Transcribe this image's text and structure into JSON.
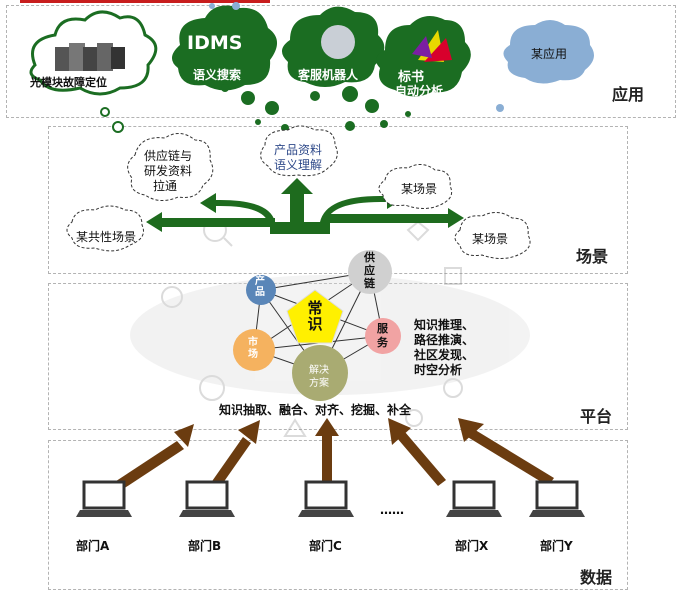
{
  "layers": {
    "app": "应用",
    "scene": "场景",
    "platform": "平台",
    "data": "数据"
  },
  "apps": {
    "fault": "光模块故障定位",
    "idms_logo": "IDMS",
    "idms": "语义搜索",
    "robot": "客服机器人",
    "tag_1": "标书",
    "tag_2": "自动分析",
    "some": "某应用"
  },
  "scenes": {
    "supply_1": "供应链与",
    "supply_2": "研发资料",
    "supply_3": "拉通",
    "common": "某共性场景",
    "product_1": "产品资料",
    "product_2": "语义理解",
    "scene_a": "某场景",
    "scene_b": "某场景"
  },
  "platform": {
    "core": "常识",
    "product": "产品",
    "supply": "供应链",
    "service": "服务",
    "market": "市场",
    "solution_1": "解决",
    "solution_2": "方案",
    "reason_1": "知识推理、",
    "reason_2": "路径推演、",
    "reason_3": "社区发现、",
    "reason_4": "时空分析",
    "ops": "知识抽取、融合、对齐、挖掘、补全"
  },
  "depts": [
    "部门A",
    "部门B",
    "部门C",
    "……",
    "部门X",
    "部门Y"
  ],
  "colors": {
    "arrow_green": "#1e6b1e",
    "arrow_brown": "#6b3c10",
    "cloud_green": "#1b6d22",
    "cloud_blue": "#8aaed4",
    "node_blue": "#5a86b8",
    "node_grey": "#d0d0d0",
    "node_pink": "#f1a3a3",
    "node_orange": "#f5b25f",
    "node_olive": "#a9ab72",
    "core_yellow": "#fff000"
  }
}
